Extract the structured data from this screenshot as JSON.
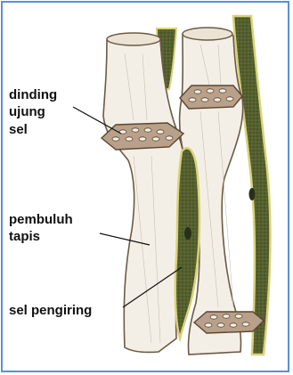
{
  "labels": {
    "dinding": "dinding",
    "ujung": "ujung",
    "sel": "sel",
    "pembuluh": "pembuluh",
    "tapis": "tapis",
    "sel_pengiring": "sel pengiring"
  },
  "colors": {
    "frame_border": "#5b8fd6",
    "tube_fill": "#f4efe6",
    "tube_edge": "#6b5a45",
    "plate_fill": "#b8a08a",
    "companion_dark": "#4d5a2e",
    "companion_edge": "#d9d27a"
  }
}
